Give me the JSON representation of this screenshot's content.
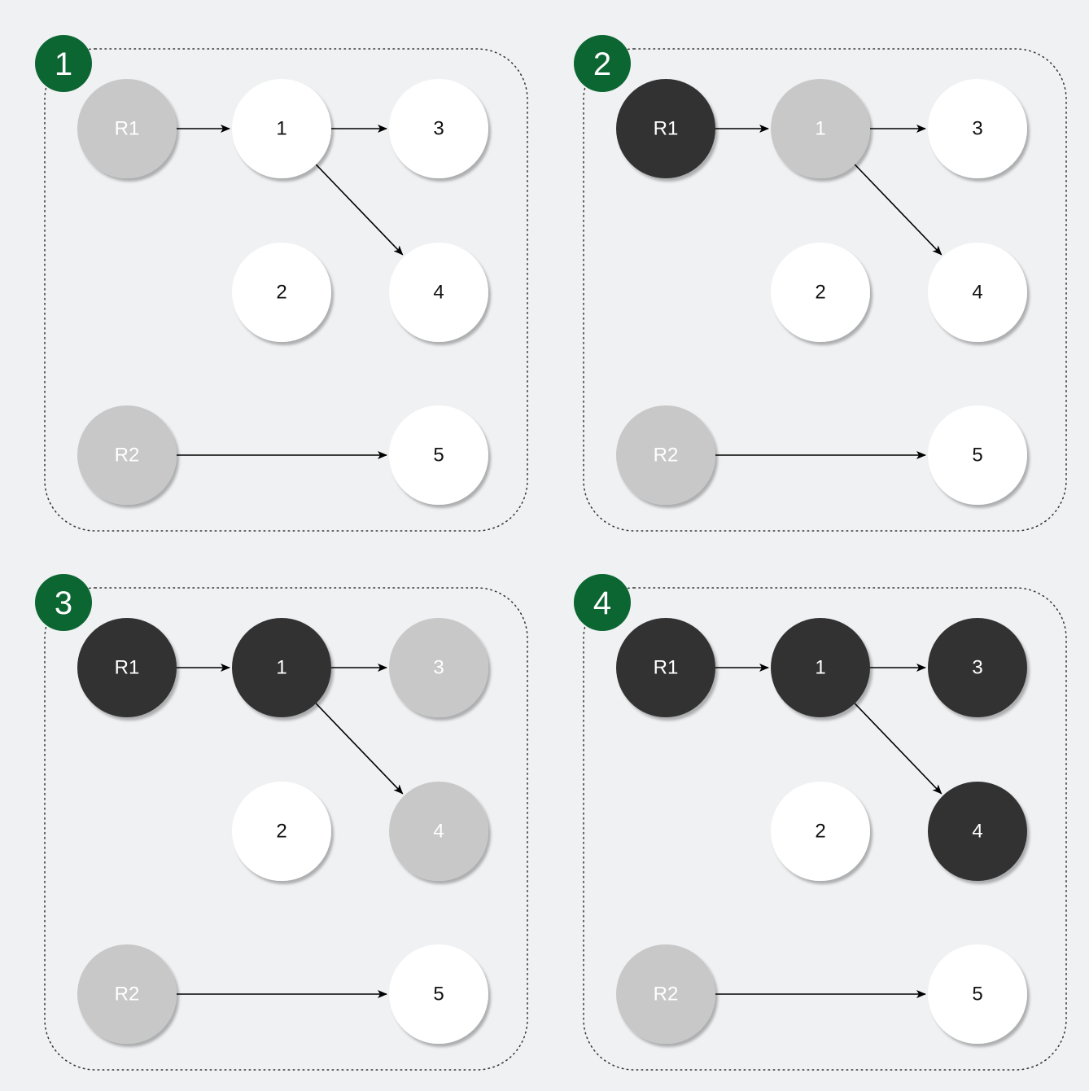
{
  "colors": {
    "background": "#f0f1f3",
    "white": "#ffffff",
    "gray": "#c8c8c8",
    "black": "#333333",
    "badge": "#0b6632",
    "edge": "#000000",
    "frame_border": "#333333"
  },
  "panels": [
    {
      "badge": "1",
      "nodes": [
        {
          "id": "R1",
          "label": "R1",
          "state": "gray"
        },
        {
          "id": "1",
          "label": "1",
          "state": "white"
        },
        {
          "id": "3",
          "label": "3",
          "state": "white"
        },
        {
          "id": "2",
          "label": "2",
          "state": "white"
        },
        {
          "id": "4",
          "label": "4",
          "state": "white"
        },
        {
          "id": "R2",
          "label": "R2",
          "state": "gray"
        },
        {
          "id": "5",
          "label": "5",
          "state": "white"
        }
      ]
    },
    {
      "badge": "2",
      "nodes": [
        {
          "id": "R1",
          "label": "R1",
          "state": "black"
        },
        {
          "id": "1",
          "label": "1",
          "state": "gray"
        },
        {
          "id": "3",
          "label": "3",
          "state": "white"
        },
        {
          "id": "2",
          "label": "2",
          "state": "white"
        },
        {
          "id": "4",
          "label": "4",
          "state": "white"
        },
        {
          "id": "R2",
          "label": "R2",
          "state": "gray"
        },
        {
          "id": "5",
          "label": "5",
          "state": "white"
        }
      ]
    },
    {
      "badge": "3",
      "nodes": [
        {
          "id": "R1",
          "label": "R1",
          "state": "black"
        },
        {
          "id": "1",
          "label": "1",
          "state": "black"
        },
        {
          "id": "3",
          "label": "3",
          "state": "gray"
        },
        {
          "id": "2",
          "label": "2",
          "state": "white"
        },
        {
          "id": "4",
          "label": "4",
          "state": "gray"
        },
        {
          "id": "R2",
          "label": "R2",
          "state": "gray"
        },
        {
          "id": "5",
          "label": "5",
          "state": "white"
        }
      ]
    },
    {
      "badge": "4",
      "nodes": [
        {
          "id": "R1",
          "label": "R1",
          "state": "black"
        },
        {
          "id": "1",
          "label": "1",
          "state": "black"
        },
        {
          "id": "3",
          "label": "3",
          "state": "black"
        },
        {
          "id": "2",
          "label": "2",
          "state": "white"
        },
        {
          "id": "4",
          "label": "4",
          "state": "black"
        },
        {
          "id": "R2",
          "label": "R2",
          "state": "gray"
        },
        {
          "id": "5",
          "label": "5",
          "state": "white"
        }
      ]
    }
  ],
  "edges": [
    {
      "from": "R1",
      "to": "1"
    },
    {
      "from": "1",
      "to": "3"
    },
    {
      "from": "1",
      "to": "4"
    },
    {
      "from": "R2",
      "to": "5"
    }
  ]
}
